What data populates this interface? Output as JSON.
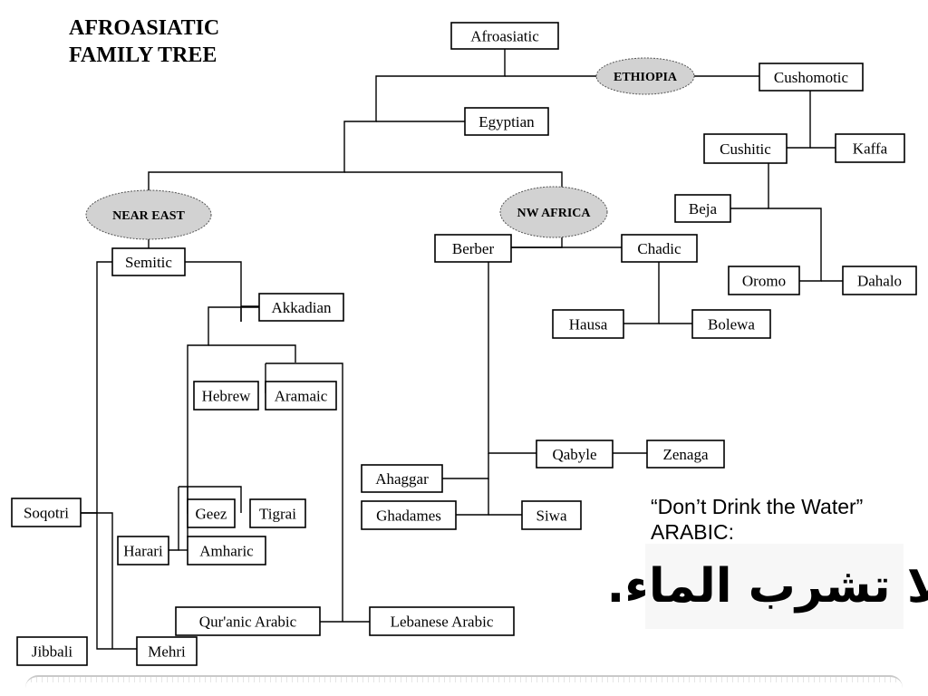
{
  "title": {
    "line1": "AFROASIATIC",
    "line2": "FAMILY TREE"
  },
  "nodes": {
    "afroasiatic": "Afroasiatic",
    "egyptian": "Egyptian",
    "cushomotic": "Cushomotic",
    "cushitic": "Cushitic",
    "kaffa": "Kaffa",
    "beja": "Beja",
    "oromo": "Oromo",
    "dahalo": "Dahalo",
    "berber": "Berber",
    "chadic": "Chadic",
    "hausa": "Hausa",
    "bolewa": "Bolewa",
    "semitic": "Semitic",
    "akkadian": "Akkadian",
    "hebrew": "Hebrew",
    "aramaic": "Aramaic",
    "geez": "Geez",
    "tigrai": "Tigrai",
    "harari": "Harari",
    "amharic": "Amharic",
    "soqotri": "Soqotri",
    "jibbali": "Jibbali",
    "mehri": "Mehri",
    "quranic_arabic": "Qur'anic Arabic",
    "lebanese_arabic": "Lebanese Arabic",
    "qabyle": "Qabyle",
    "zenaga": "Zenaga",
    "ahaggar": "Ahaggar",
    "ghadames": "Ghadames",
    "siwa": "Siwa"
  },
  "regions": {
    "ethiopia": "ETHIOPIA",
    "near_east": "NEAR EAST",
    "nw_africa": "NW AFRICA"
  },
  "caption": {
    "line1": "“Don’t Drink the Water”",
    "line2": "ARABIC:"
  },
  "arabic_phrase": "لا تشرب الماء.",
  "colors": {
    "ellipse_fill": "#d2d2d2",
    "line": "#000000",
    "box_border": "#000000"
  }
}
